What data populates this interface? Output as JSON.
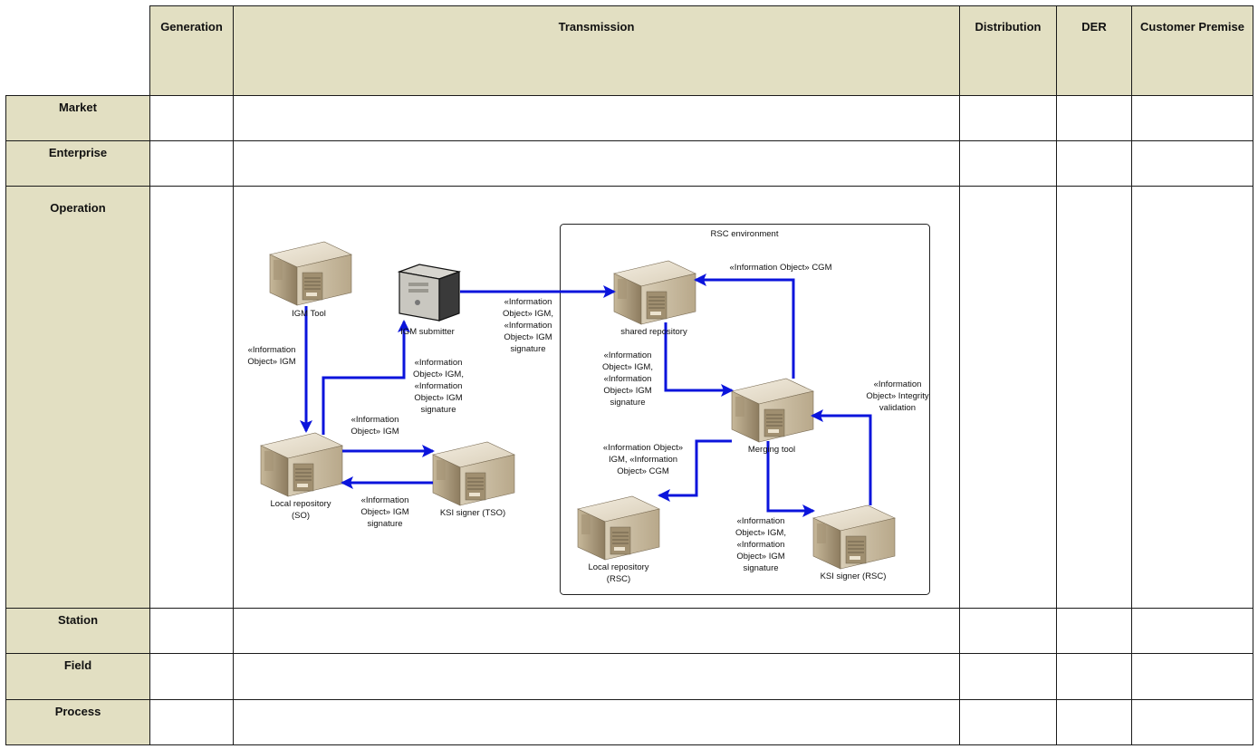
{
  "columns": [
    "Generation",
    "Transmission",
    "Distribution",
    "DER",
    "Customer Premise"
  ],
  "rows": [
    "Market",
    "Enterprise",
    "Operation",
    "Station",
    "Field",
    "Process"
  ],
  "colors": {
    "header_fill": "#e2dfc2",
    "arrow": "#0b14dc",
    "border": "#1a1a1a"
  },
  "diagram": {
    "environment": "RSC environment",
    "nodes": {
      "igm_tool": "IGM Tool",
      "igm_submitter": "IGM submitter",
      "local_repo_so_1": "Local repository",
      "local_repo_so_2": "(SO)",
      "ksi_tso": "KSI signer (TSO)",
      "shared_repo": "shared repository",
      "merging_tool": "Merging tool",
      "local_repo_rsc_1": "Local repository",
      "local_repo_rsc_2": "(RSC)",
      "ksi_rsc": "KSI signer (RSC)"
    },
    "flows": {
      "tool_to_local": [
        "«Information",
        "Object» IGM"
      ],
      "local_to_submitter": [
        "«Information",
        "Object» IGM,",
        "«Information",
        "Object» IGM",
        "signature"
      ],
      "local_to_ksi": [
        "«Information",
        "Object» IGM"
      ],
      "ksi_to_local": [
        "«Information",
        "Object» IGM",
        "signature"
      ],
      "submitter_to_shared": [
        "«Information",
        "Object» IGM,",
        "«Information",
        "Object» IGM",
        "signature"
      ],
      "merging_to_shared": [
        "«Information Object» CGM"
      ],
      "shared_to_merging": [
        "«Information",
        "Object» IGM,",
        "«Information",
        "Object» IGM",
        "signature"
      ],
      "ksi_rsc_to_merging": [
        "«Information",
        "Object» Integrity",
        "validation"
      ],
      "merging_to_local_rsc": [
        "«Information Object»",
        "IGM, «Information",
        "Object» CGM"
      ],
      "merging_to_ksi_rsc": [
        "«Information",
        "Object» IGM,",
        "«Information",
        "Object» IGM",
        "signature"
      ]
    }
  }
}
